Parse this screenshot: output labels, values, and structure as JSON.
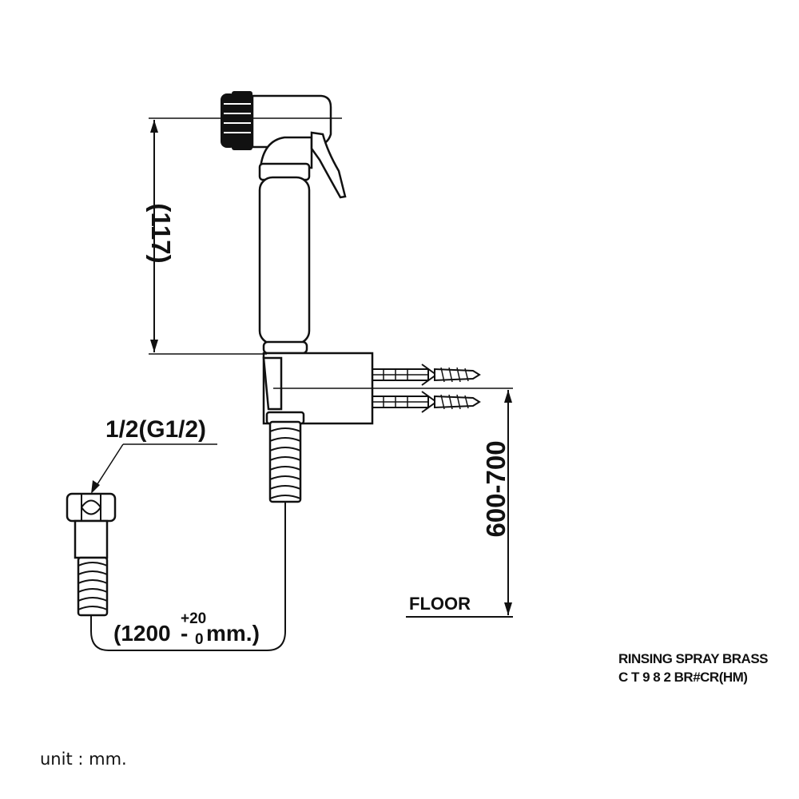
{
  "dimensions": {
    "handle_height": "(117)",
    "mount_height": "600-700",
    "floor_label": "FLOOR",
    "thread_size": "1/2(G1/2)",
    "hose_length": "(1200",
    "hose_tol_plus": "+20",
    "hose_tol_minus": "-",
    "hose_tol_zero": "0",
    "hose_unit": "mm.)"
  },
  "product": {
    "name": "RINSING SPRAY BRASS",
    "model": "C T 9 8 2 BR#CR(HM)"
  },
  "unit_note": "unit : mm."
}
